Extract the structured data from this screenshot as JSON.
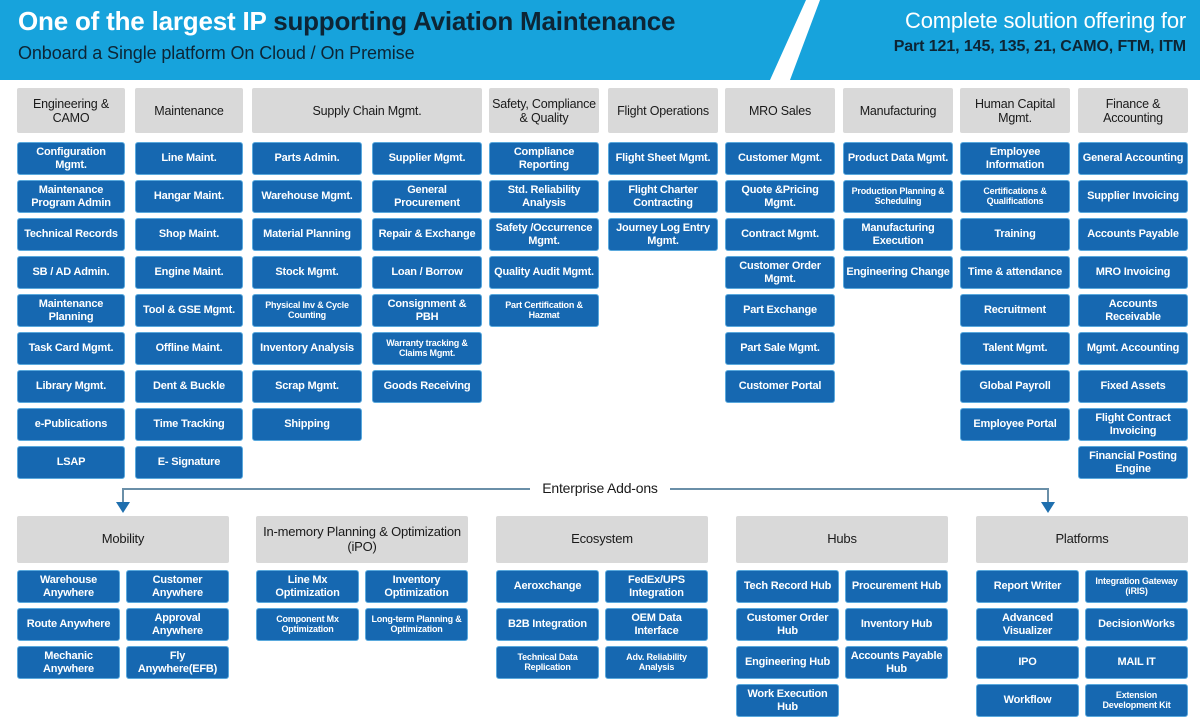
{
  "banner": {
    "left": {
      "title_white": "One of the largest IP ",
      "title_dark": "supporting Aviation Maintenance",
      "subtitle": "Onboard a Single platform On Cloud / On Premise"
    },
    "right": {
      "title": "Complete solution offering for",
      "subtitle": "Part 121, 145, 135, 21, CAMO, FTM, ITM"
    },
    "accent_color": "#17a3dc"
  },
  "colors": {
    "tile_fill": "#1668b1",
    "tile_border": "#5aa9dd",
    "header_fill": "#d9d9d9",
    "arrow": "#1f6fae"
  },
  "columns": [
    {
      "header": "Engineering & CAMO",
      "groups": [
        [
          "Configuration Mgmt.",
          "Maintenance Program Admin",
          "Technical Records",
          "SB / AD Admin.",
          "Maintenance Planning",
          "Task Card Mgmt.",
          "Library Mgmt.",
          "e-Publications",
          "LSAP"
        ]
      ]
    },
    {
      "header": "Maintenance",
      "groups": [
        [
          "Line Maint.",
          "Hangar Maint.",
          "Shop Maint.",
          "Engine Maint.",
          "Tool & GSE Mgmt.",
          "Offline Maint.",
          "Dent & Buckle",
          "Time Tracking",
          "E- Signature"
        ]
      ]
    },
    {
      "header": "Supply Chain Mgmt.",
      "groups": [
        [
          "Parts Admin.",
          "Warehouse Mgmt.",
          "Material Planning",
          "Stock Mgmt.",
          "Physical Inv & Cycle Counting",
          "Inventory Analysis",
          "Scrap Mgmt.",
          "Shipping"
        ],
        [
          "Supplier Mgmt.",
          "General Procurement",
          "Repair & Exchange",
          "Loan / Borrow",
          "Consignment & PBH",
          "Warranty tracking & Claims Mgmt.",
          "Goods Receiving"
        ]
      ]
    },
    {
      "header": "Safety, Compliance & Quality",
      "groups": [
        [
          "Compliance Reporting",
          "Std. Reliability Analysis",
          "Safety /Occurrence Mgmt.",
          "Quality Audit Mgmt.",
          "Part Certification & Hazmat"
        ]
      ]
    },
    {
      "header": "Flight Operations",
      "groups": [
        [
          "Flight Sheet Mgmt.",
          "Flight Charter Contracting",
          "Journey Log Entry Mgmt."
        ]
      ]
    },
    {
      "header": "MRO Sales",
      "groups": [
        [
          "Customer Mgmt.",
          "Quote &Pricing Mgmt.",
          "Contract  Mgmt.",
          "Customer Order Mgmt.",
          "Part Exchange",
          "Part Sale Mgmt.",
          "Customer Portal"
        ]
      ]
    },
    {
      "header": "Manufacturing",
      "groups": [
        [
          "Product Data Mgmt.",
          "Production Planning & Scheduling",
          "Manufacturing Execution",
          "Engineering Change"
        ]
      ]
    },
    {
      "header": "Human Capital Mgmt.",
      "groups": [
        [
          "Employee Information",
          "Certifications & Qualifications",
          "Training",
          "Time & attendance",
          "Recruitment",
          "Talent Mgmt.",
          "Global Payroll",
          "Employee Portal"
        ]
      ]
    },
    {
      "header": "Finance & Accounting",
      "groups": [
        [
          "General Accounting",
          "Supplier Invoicing",
          "Accounts Payable",
          "MRO Invoicing",
          "Accounts Receivable",
          "Mgmt.  Accounting",
          "Fixed Assets",
          "Flight Contract Invoicing",
          "Financial Posting Engine"
        ]
      ]
    }
  ],
  "addons": {
    "divider_label": "Enterprise Add-ons",
    "sections": [
      {
        "header": "Mobility",
        "columns": [
          [
            "Warehouse Anywhere",
            "Route Anywhere",
            "Mechanic Anywhere"
          ],
          [
            "Customer Anywhere",
            "Approval Anywhere",
            "Fly Anywhere(EFB)"
          ]
        ]
      },
      {
        "header": "In-memory Planning & Optimization (iPO)",
        "columns": [
          [
            "Line Mx Optimization",
            "Component Mx Optimization"
          ],
          [
            "Inventory Optimization",
            "Long-term Planning & Optimization"
          ]
        ]
      },
      {
        "header": "Ecosystem",
        "columns": [
          [
            "Aeroxchange",
            "B2B Integration",
            "Technical Data Replication"
          ],
          [
            "FedEx/UPS Integration",
            "OEM Data Interface",
            "Adv. Reliability Analysis"
          ]
        ]
      },
      {
        "header": "Hubs",
        "columns": [
          [
            "Tech Record Hub",
            "Customer Order Hub",
            "Engineering Hub",
            "Work Execution Hub"
          ],
          [
            "Procurement Hub",
            "Inventory Hub",
            "Accounts Payable Hub"
          ]
        ]
      },
      {
        "header": "Platforms",
        "columns": [
          [
            "Report Writer",
            "Advanced Visualizer",
            "IPO",
            "Workflow"
          ],
          [
            "Integration Gateway (iRIS)",
            "DecisionWorks",
            "MAIL IT",
            "Extension Development Kit"
          ]
        ]
      }
    ]
  }
}
